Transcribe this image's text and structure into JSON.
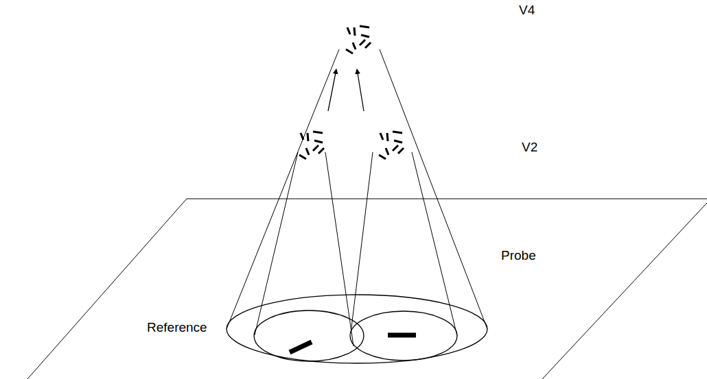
{
  "diagram": {
    "labels": [
      "V4",
      "V2",
      "Probe",
      "Reference"
    ]
  }
}
